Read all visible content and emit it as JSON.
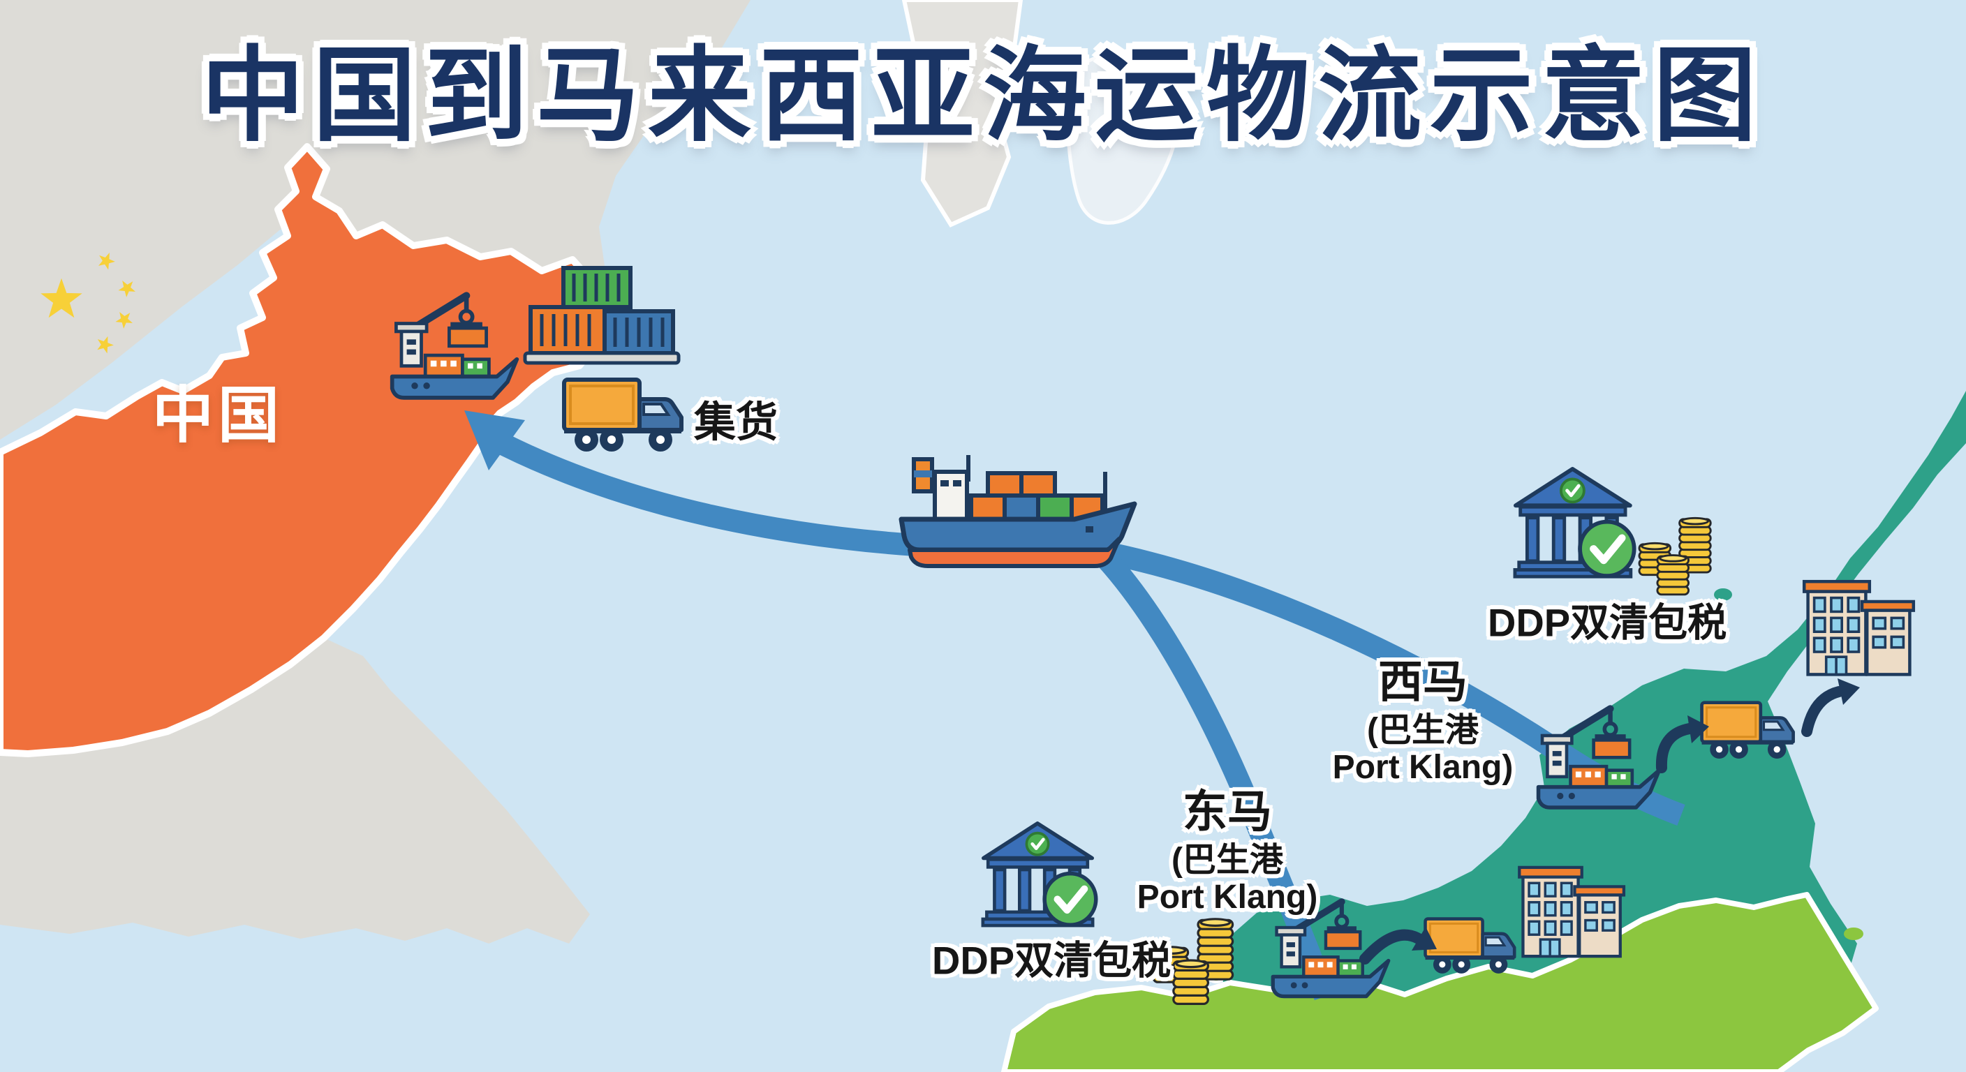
{
  "title": "中国到马来西亚海运物流示意图",
  "map_labels": {
    "china": "中国"
  },
  "steps": {
    "consolidation_label": "集货",
    "west_malaysia": {
      "name": "西马",
      "port_cn": "(巴生港",
      "port_en": "Port Klang)"
    },
    "east_malaysia": {
      "name": "东马",
      "port_cn": "(巴生港",
      "port_en": "Port Klang)"
    },
    "ddp_west_label": "DDP双清包税",
    "ddp_east_label": "DDP双清包税"
  },
  "colors": {
    "sea": "#cfe5f3",
    "china_fill": "#f0703c",
    "neighbor_land": "#dddcd7",
    "borneo_teal": "#2ea189",
    "peninsula_green": "#8cc63f",
    "route_blue": "#4289c2",
    "navy_outline": "#1e3a5c",
    "title_navy": "#1a3464",
    "container_orange": "#ee7d2e",
    "container_blue": "#3d77b0",
    "container_green": "#4cae52",
    "truck_box_orange": "#f5a93c",
    "coin_gold": "#f5c83a",
    "bank_blue": "#3a6fb8",
    "check_green": "#4cb050",
    "building_tan": "#eddcc6",
    "flag_yellow": "#f7d038"
  },
  "icons": [
    "china-flag-stars",
    "port-crane-ship-icon",
    "container-stack-icon",
    "box-truck-icon",
    "container-ship-icon",
    "route-arrow",
    "bank-check-icon",
    "coin-stacks-icon",
    "buildings-icon"
  ]
}
